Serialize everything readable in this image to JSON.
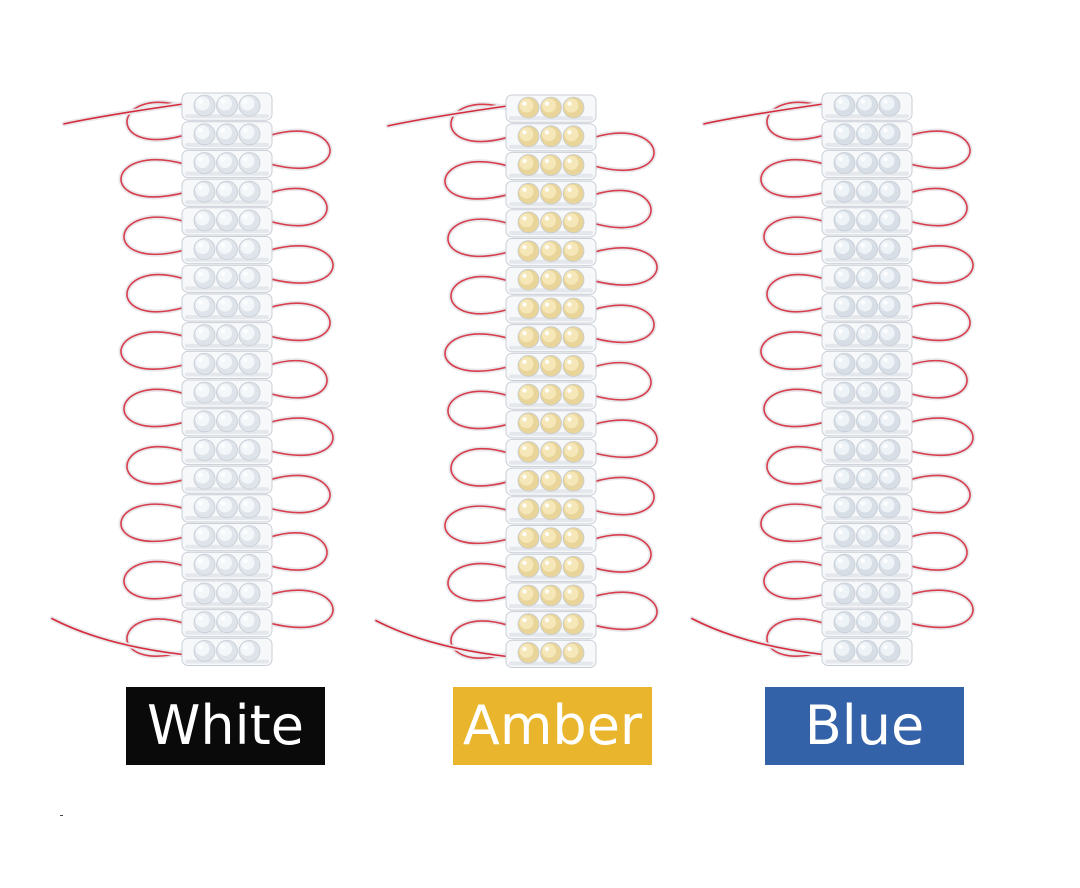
{
  "labels": [
    {
      "text": "White",
      "background": "#0a0a0a",
      "color": "#ffffff"
    },
    {
      "text": "Amber",
      "background": "#e8b52c",
      "color": "#ffffff"
    },
    {
      "text": "Blue",
      "background": "#3462a9",
      "color": "#ffffff"
    }
  ],
  "strings": [
    {
      "name": "white",
      "module_count": 20,
      "led_color": "#f4f7fa",
      "led_shade": "#dfe4ea",
      "wire_color": "#d62a3a"
    },
    {
      "name": "amber",
      "module_count": 20,
      "led_color": "#f6e7b8",
      "led_shade": "#e9d59a",
      "wire_color": "#d62a3a"
    },
    {
      "name": "blue",
      "module_count": 20,
      "led_color": "#eef3f7",
      "led_shade": "#d7dee6",
      "wire_color": "#d62a3a"
    }
  ],
  "leds_per_module": 3
}
